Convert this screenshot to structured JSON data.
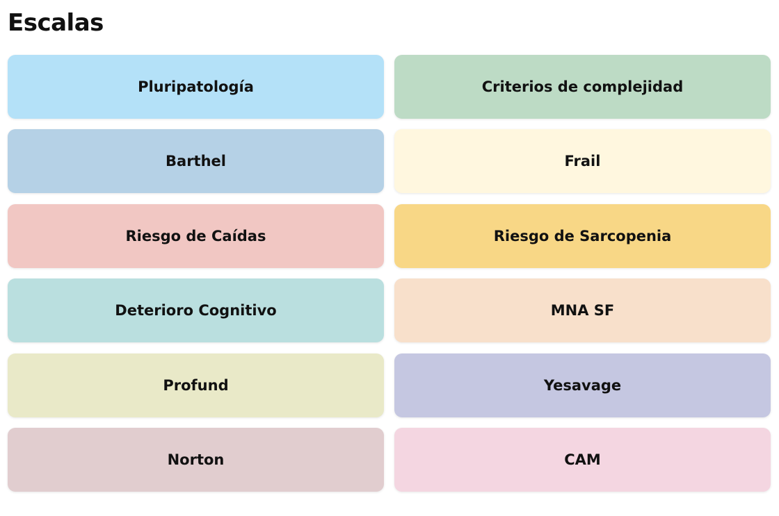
{
  "page": {
    "title": "Escalas"
  },
  "tiles": [
    {
      "label": "Pluripatología",
      "color": "#b4e1f8"
    },
    {
      "label": "Criterios de complejidad",
      "color": "#bddbc5"
    },
    {
      "label": "Barthel",
      "color": "#b5d1e6"
    },
    {
      "label": "Frail",
      "color": "#fff7df"
    },
    {
      "label": "Riesgo de Caídas",
      "color": "#f1c7c3"
    },
    {
      "label": "Riesgo de Sarcopenia",
      "color": "#f8d786"
    },
    {
      "label": "Deterioro Cognitivo",
      "color": "#badfdf"
    },
    {
      "label": "MNA SF",
      "color": "#f8e0cb"
    },
    {
      "label": "Profund",
      "color": "#e9e9c8"
    },
    {
      "label": "Yesavage",
      "color": "#c5c7e1"
    },
    {
      "label": "Norton",
      "color": "#e1cdcf"
    },
    {
      "label": "CAM",
      "color": "#f4d6e1"
    }
  ]
}
